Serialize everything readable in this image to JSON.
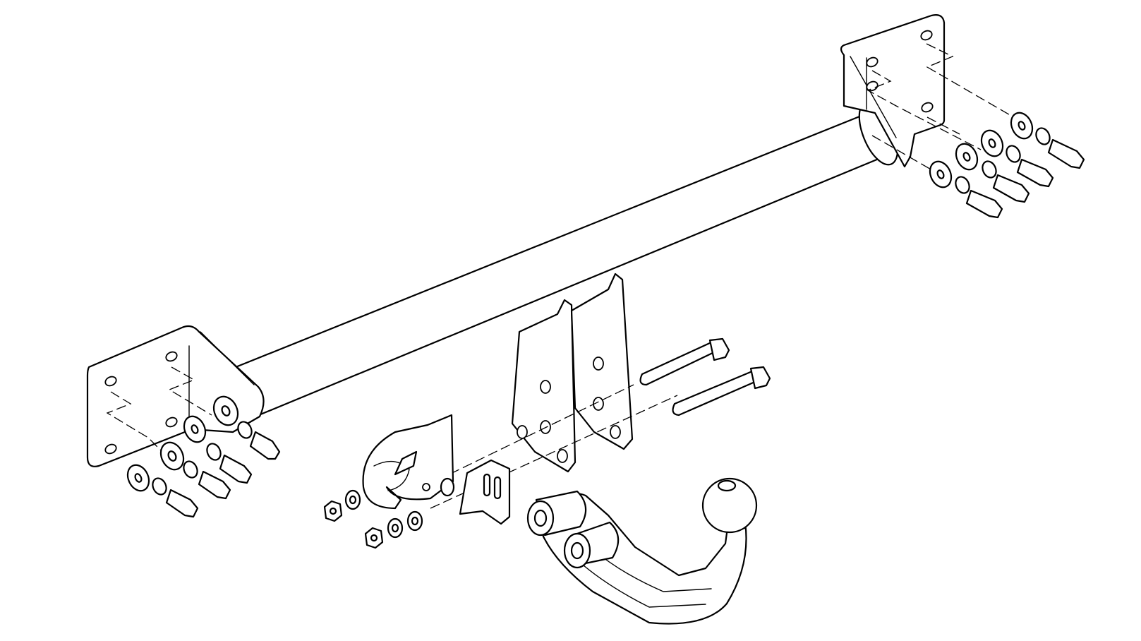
{
  "diagram": {
    "title": "",
    "parts": [
      "crossbar-tube",
      "left-mounting-plate",
      "right-mounting-plate",
      "center-bracket",
      "electrical-socket-plate",
      "tow-ball-neck",
      "long-bolts",
      "fastener-sets"
    ],
    "line_color": "#000000",
    "background": "#ffffff"
  }
}
